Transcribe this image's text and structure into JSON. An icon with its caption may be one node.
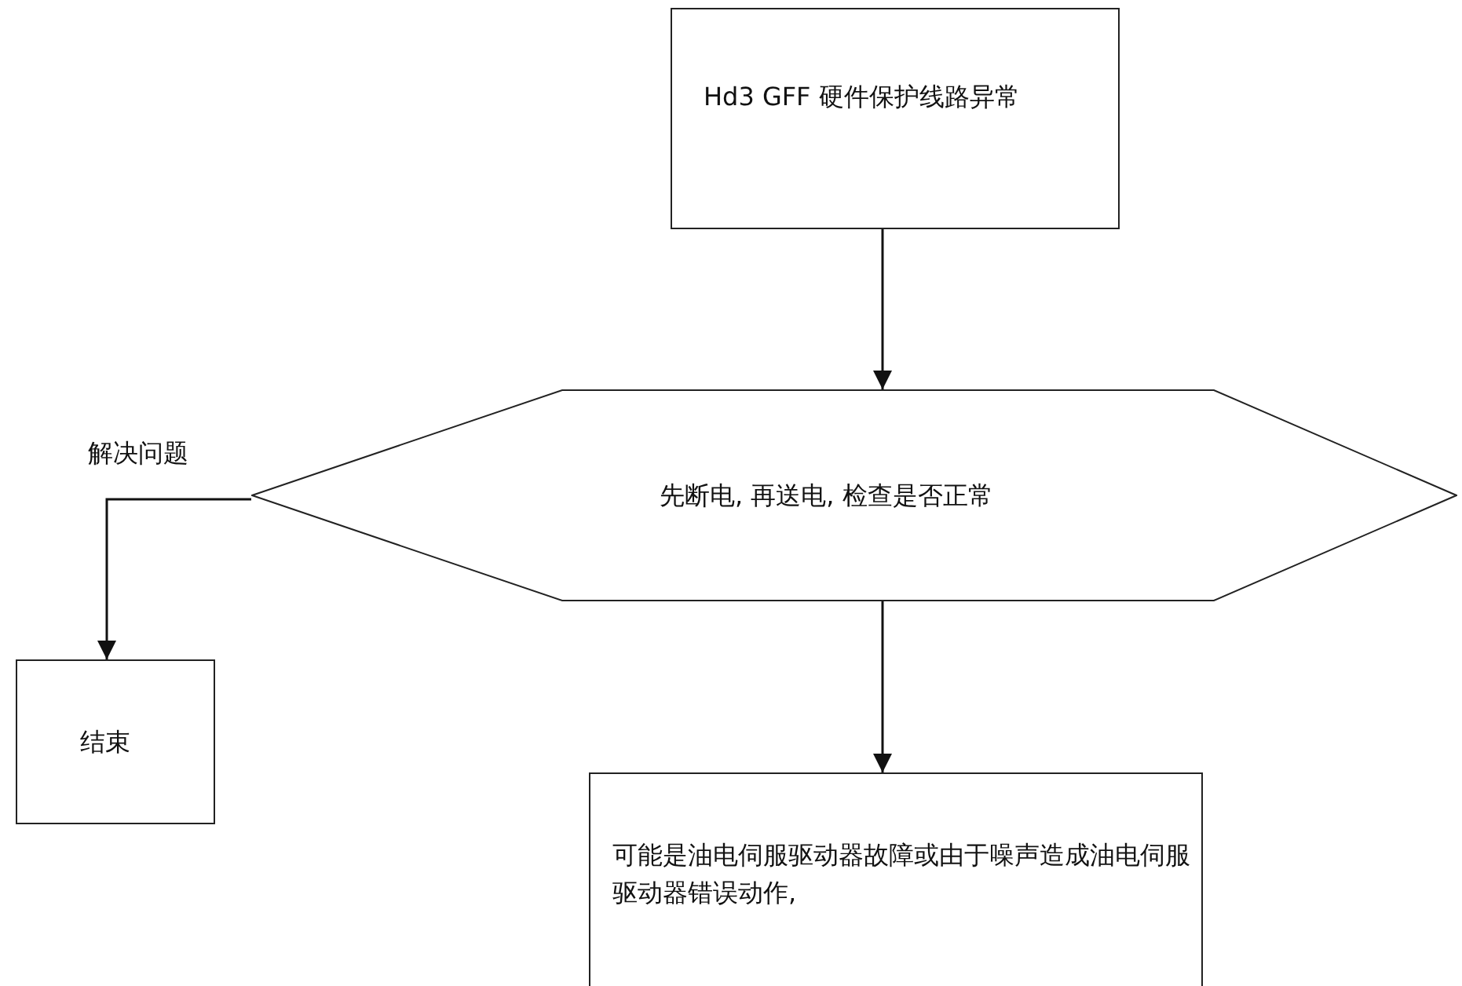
{
  "diagram": {
    "nodes": [
      {
        "text": [
          "Hd3 GFF 硬件保护线路异常"
        ]
      },
      {
        "text": [
          "先断电, 再送电, 检查是否正常"
        ]
      },
      {
        "text": [
          "结束"
        ]
      },
      {
        "text": [
          "可能是油电伺服驱动器故障或由于噪声造成油电伺服驱动器错误动作,"
        ]
      }
    ],
    "edges": [
      {
        "from": 0,
        "to": 1,
        "arrow": "to"
      },
      {
        "from": 1,
        "to": 2,
        "arrow": "to",
        "label": "解决问题"
      },
      {
        "from": 1,
        "to": 3,
        "arrow": "to"
      }
    ]
  }
}
